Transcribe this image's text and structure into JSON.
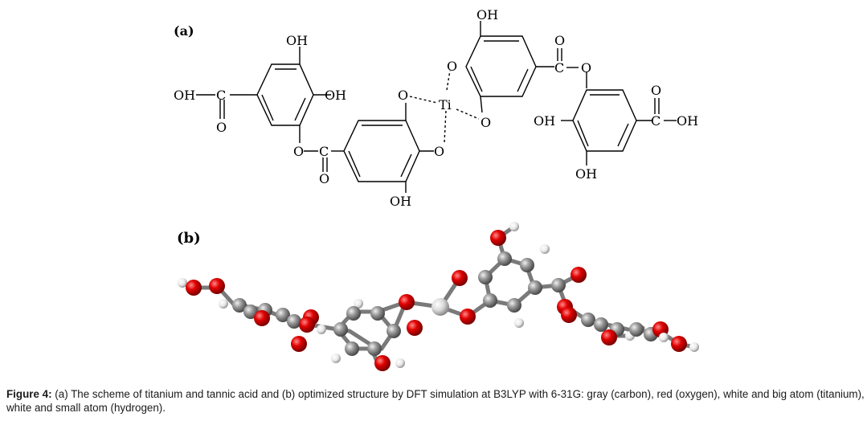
{
  "figure": {
    "panel_a_label": "(a)",
    "panel_b_label": "(b)",
    "labels": {
      "oh": "OH",
      "o": "O",
      "c": "C",
      "ti": "Ti"
    }
  },
  "caption": {
    "figure_number": "Figure 4:",
    "text": "(a) The scheme of titanium and tannic acid and (b) optimized structure by DFT simulation at B3LYP with 6-31G: gray (carbon), red (oxygen), white and big atom (titanium), white and small atom (hydrogen)."
  },
  "colors": {
    "carbon": "#8a8a8a",
    "oxygen": "#d40000",
    "titanium": "#e6e6e6",
    "hydrogen": "#ffffff"
  }
}
